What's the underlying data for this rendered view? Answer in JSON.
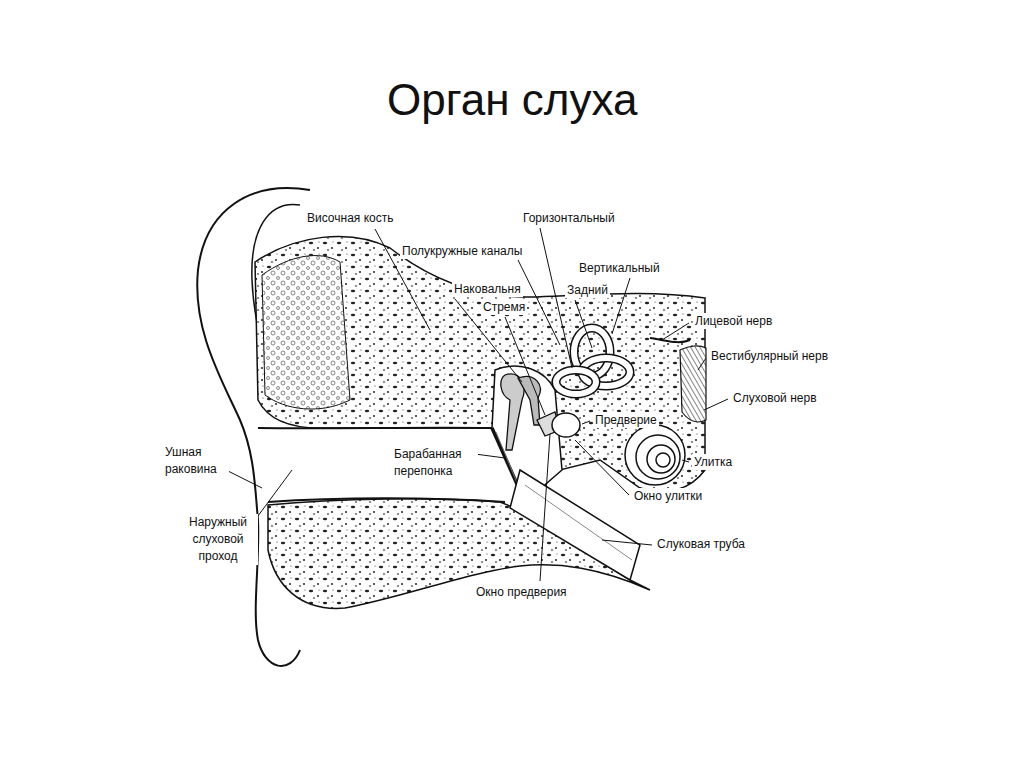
{
  "diagram": {
    "title": "Орган слуха",
    "labels": [
      "Височная кость",
      "Горизонтальный",
      "Полукружные каналы",
      "Вертикальный",
      "Наковальня",
      "Задний",
      "Стремя",
      "Лицевой нерв",
      "Вестибулярный нерв",
      "Слуховой нерв",
      "Предверие",
      "Ушная раковина",
      "Барабанная перепонка",
      "Улитка",
      "Окно улитки",
      "Наружный слуховой проход",
      "Слуковая труба",
      "Окно предверия"
    ]
  }
}
